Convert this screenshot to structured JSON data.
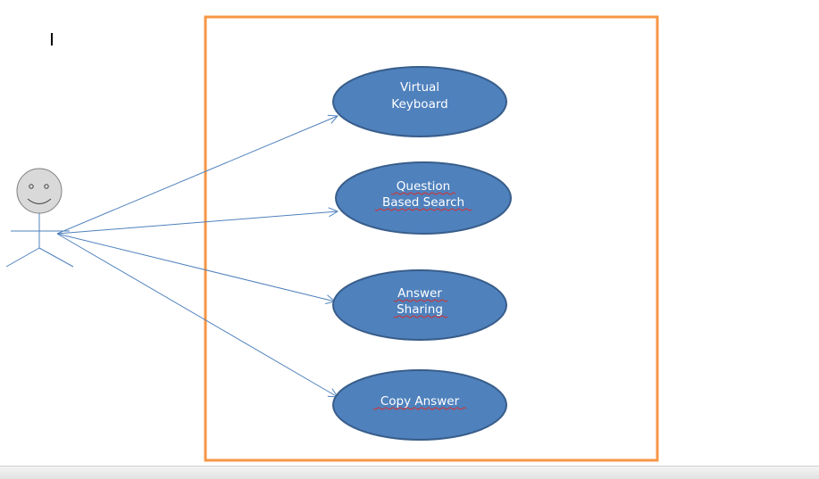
{
  "diagram": {
    "type": "use-case",
    "colors": {
      "system_border": "#f79646",
      "use_case_fill": "#4f81bd",
      "use_case_stroke": "#385d8a",
      "association_line": "#4f81bd",
      "actor_line": "#4f81bd",
      "actor_head_fill": "#d9d9d9"
    },
    "use_cases": [
      {
        "line1": "Virtual",
        "line2": "Keyboard"
      },
      {
        "line1": "Question",
        "line2": "Based Search"
      },
      {
        "line1": "Answer",
        "line2": "Sharing"
      },
      {
        "line1": "Copy Answer",
        "line2": ""
      }
    ]
  }
}
